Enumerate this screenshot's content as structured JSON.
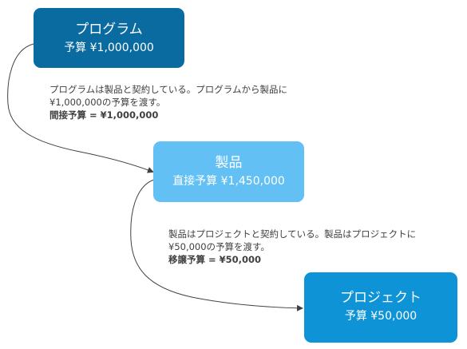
{
  "nodes": {
    "program": {
      "title": "プログラム",
      "budget": "予算 ¥1,000,000"
    },
    "product": {
      "title": "製品",
      "budget": "直接予算 ¥1,450,000"
    },
    "project": {
      "title": "プロジェクト",
      "budget": "予算 ¥50,000"
    }
  },
  "notes": {
    "program_to_product": {
      "line1": "プログラムは製品と契約している。プログラムから製品に",
      "line2": "¥1,000,000の予算を渡す。",
      "line3": "間接予算 = ¥1,000,000"
    },
    "product_to_project": {
      "line1": "製品はプロジェクトと契約している。製品はプロジェクトに",
      "line2": "¥50,000の予算を渡す。",
      "line3": "移譲予算 = ¥50,000"
    }
  },
  "colors": {
    "program": "#0a6ba1",
    "product": "#63c0f5",
    "project": "#0e93d6",
    "arrow": "#404040",
    "note_text": "#404040"
  }
}
